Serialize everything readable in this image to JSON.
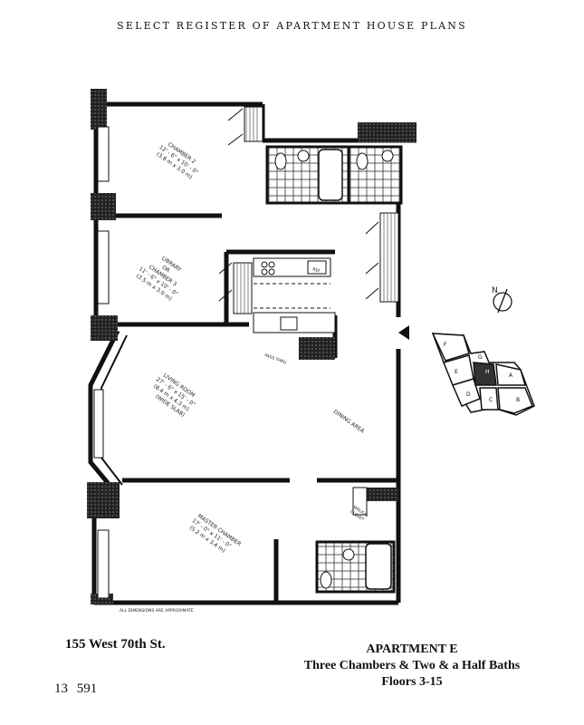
{
  "header": {
    "title": "SELECT REGISTER OF APARTMENT HOUSE PLANS"
  },
  "rooms": {
    "chamber2": {
      "name": "CHAMBER 2",
      "dim_ft": "12' - 6\" x 10' - 0\"",
      "dim_m": "(3.8 m x 3.0 m)"
    },
    "library": {
      "name_line1": "LIBRARY",
      "name_line2": "OR",
      "name_line3": "CHAMBER 3",
      "dim_ft": "11' - 6\" x 10' - 0\"",
      "dim_m": "(3.5 m x 3.0 m)"
    },
    "living": {
      "name": "LIVING ROOM",
      "dim_ft": "27' - 6\" x 15' - 0\"",
      "dim_m": "(8.4 m x 4.3 m)",
      "note": "(WIDE SLAB)"
    },
    "dining": {
      "name": "DINING AREA"
    },
    "master": {
      "name": "MASTER CHAMBER",
      "dim_ft": "17' - 0\" x 11' - 0\"",
      "dim_m": "(5.2 m x 3.4 m)"
    },
    "closet": {
      "line1": "WALK-IN",
      "line2": "CLOSET"
    },
    "pass": {
      "name": "PASS THRU"
    },
    "kitchen_ref": {
      "name": "REF"
    }
  },
  "notes": {
    "dimensions": "ALL DIMENSIONS ARE APPROXIMATE"
  },
  "key_plan": {
    "units": [
      "F",
      "E",
      "G",
      "H",
      "A",
      "D",
      "C",
      "B"
    ],
    "north": "N"
  },
  "footer": {
    "address": "155 West 70th St.",
    "apartment": "APARTMENT E",
    "description": "Three Chambers & Two & a Half Baths",
    "floors": "Floors 3-15",
    "ref_number": "13  591"
  },
  "colors": {
    "ink": "#111111",
    "paper": "#ffffff",
    "tile": "#444444"
  }
}
